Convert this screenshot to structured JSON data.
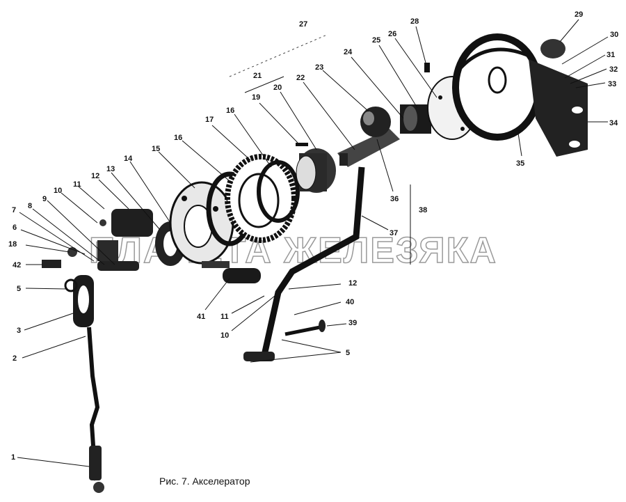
{
  "caption": "Рис. 7. Акселератор",
  "watermark": "ПЛАНЕТА ЖЕЛЕЗЯКА",
  "callouts": [
    "1",
    "2",
    "3",
    "5",
    "6",
    "7",
    "8",
    "9",
    "10",
    "11",
    "12",
    "13",
    "14",
    "15",
    "16",
    "16",
    "17",
    "18",
    "19",
    "20",
    "21",
    "22",
    "23",
    "24",
    "25",
    "26",
    "27",
    "28",
    "29",
    "30",
    "31",
    "32",
    "33",
    "34",
    "35",
    "36",
    "37",
    "38",
    "39",
    "40",
    "41",
    "42",
    "5",
    "10",
    "11",
    "12"
  ]
}
